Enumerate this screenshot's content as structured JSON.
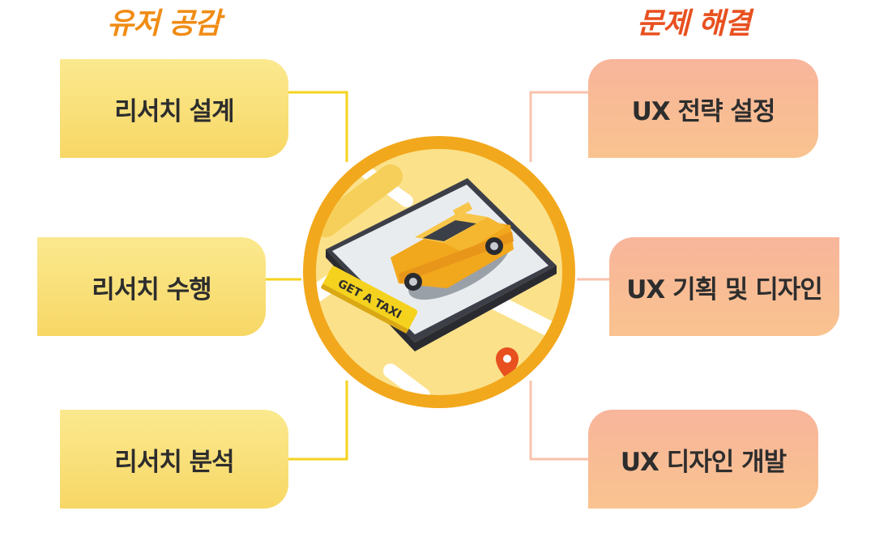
{
  "headings": {
    "left": "유저 공감",
    "right": "문제 해결"
  },
  "left_steps": [
    {
      "label": "리서치 설계"
    },
    {
      "label": "리서치 수행"
    },
    {
      "label": "리서치 분석"
    }
  ],
  "right_steps": [
    {
      "label": "UX 전략 설정"
    },
    {
      "label": "UX 기획 및 디자인"
    },
    {
      "label": "UX 디자인 개발"
    }
  ],
  "illustration": {
    "sign_text": "GET A TAXI",
    "icon": "taxi-app-illustration"
  },
  "colors": {
    "left_heading": "#f08c14",
    "right_heading": "#e8501f",
    "left_card": "#f7d765",
    "right_card": "#f8b59b",
    "left_connector": "#f5d21e",
    "right_connector": "#f8c2ad",
    "ring": "#f2a81c"
  }
}
